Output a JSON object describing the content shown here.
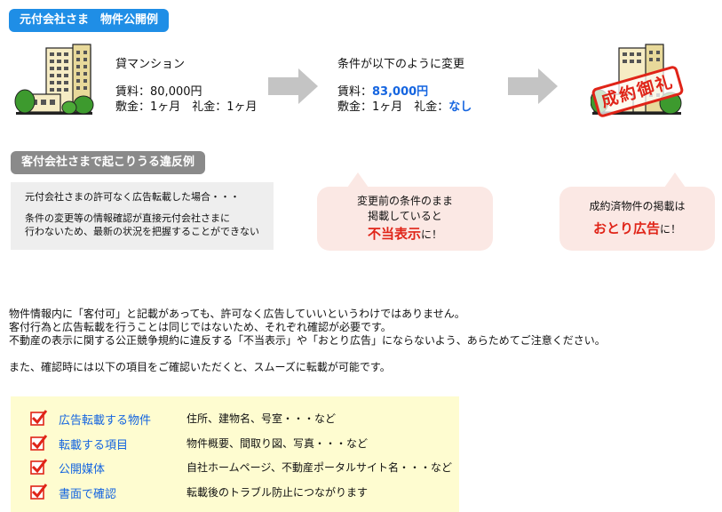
{
  "header": {
    "title": "元付会社さま　物件公開例"
  },
  "step1": {
    "title": "貸マンション",
    "rent_label": "賃料：",
    "rent_value": "80,000円",
    "terms": "敷金：1ヶ月　礼金：1ヶ月"
  },
  "step2": {
    "title": "条件が以下のように変更",
    "rent_label": "賃料：",
    "rent_value": "83,000円",
    "terms_prefix": "敷金：1ヶ月　礼金：",
    "terms_changed": "なし"
  },
  "step3": {
    "stamp": "成約御礼",
    "stamp_color": "#e02418"
  },
  "violation": {
    "title": "客付会社さまで起こりうる違反例",
    "box_line1": "元付会社さまの許可なく広告転載した場合・・・",
    "box_line2": "条件の変更等の情報確認が直接元付会社さまに",
    "box_line3": "行わないため、最新の状況を把握することができない",
    "bubble1": {
      "line1": "変更前の条件のまま",
      "line2": "掲載していると",
      "strong": "不当表示",
      "suffix": "に！"
    },
    "bubble2": {
      "line1": "成約済物件の掲載は",
      "strong": "おとり広告",
      "suffix": "に！"
    }
  },
  "notice": {
    "line1": "物件情報内に「客付可」と記載があっても、許可なく広告していいというわけではありません。",
    "line2": "客付行為と広告転載を行うことは同じではないため、それぞれ確認が必要です。",
    "line3": "不動産の表示に関する公正競争規約に違反する「不当表示」や「おとり広告」にならないよう、あらためてご注意ください。",
    "line4": "また、確認時には以下の項目をご確認いただくと、スムーズに転載が可能です。"
  },
  "checklist": [
    {
      "label": "広告転載する物件",
      "desc": "住所、建物名、号室・・・など"
    },
    {
      "label": "転載する項目",
      "desc": "物件概要、間取り図、写真・・・など"
    },
    {
      "label": "公開媒体",
      "desc": "自社ホームページ、不動産ポータルサイト名・・・など"
    },
    {
      "label": "書面で確認",
      "desc": "転載後のトラブル防止につながります"
    }
  ],
  "colors": {
    "accent_blue": "#1f8ee6",
    "warning_red": "#e02418",
    "check_bg": "#fefcd0"
  }
}
